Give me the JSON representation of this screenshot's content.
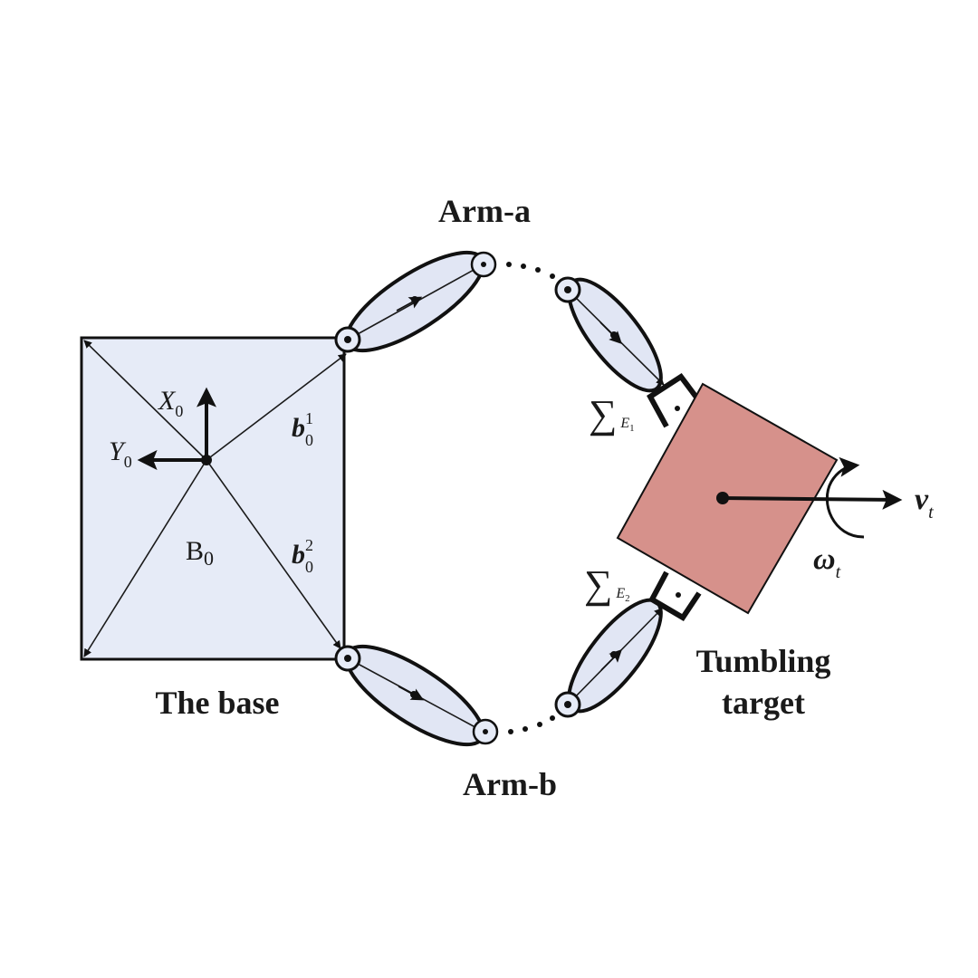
{
  "labels": {
    "arm_a": "Arm-a",
    "arm_b": "Arm-b",
    "the_base": "The base",
    "tumbling_target_line1": "Tumbling",
    "tumbling_target_line2": "target",
    "base_body": "B",
    "base_body_sub": "0",
    "x_axis": "X",
    "x_axis_sub": "0",
    "y_axis": "Y",
    "y_axis_sub": "0",
    "b01": "b",
    "b01_sub": "0",
    "b01_sup": "1",
    "b02": "b",
    "b02_sub": "0",
    "b02_sup": "2",
    "sigma": "∑",
    "e1": "E",
    "e1_sub": "1",
    "e2": "E",
    "e2_sub": "2",
    "velocity": "v",
    "velocity_sub": "t",
    "omega": "ω",
    "omega_sub": "t"
  },
  "colors": {
    "base_fill": "#e6ebf7",
    "link_fill": "#e1e6f4",
    "target_fill": "#d6918b",
    "ink": "#111111"
  }
}
